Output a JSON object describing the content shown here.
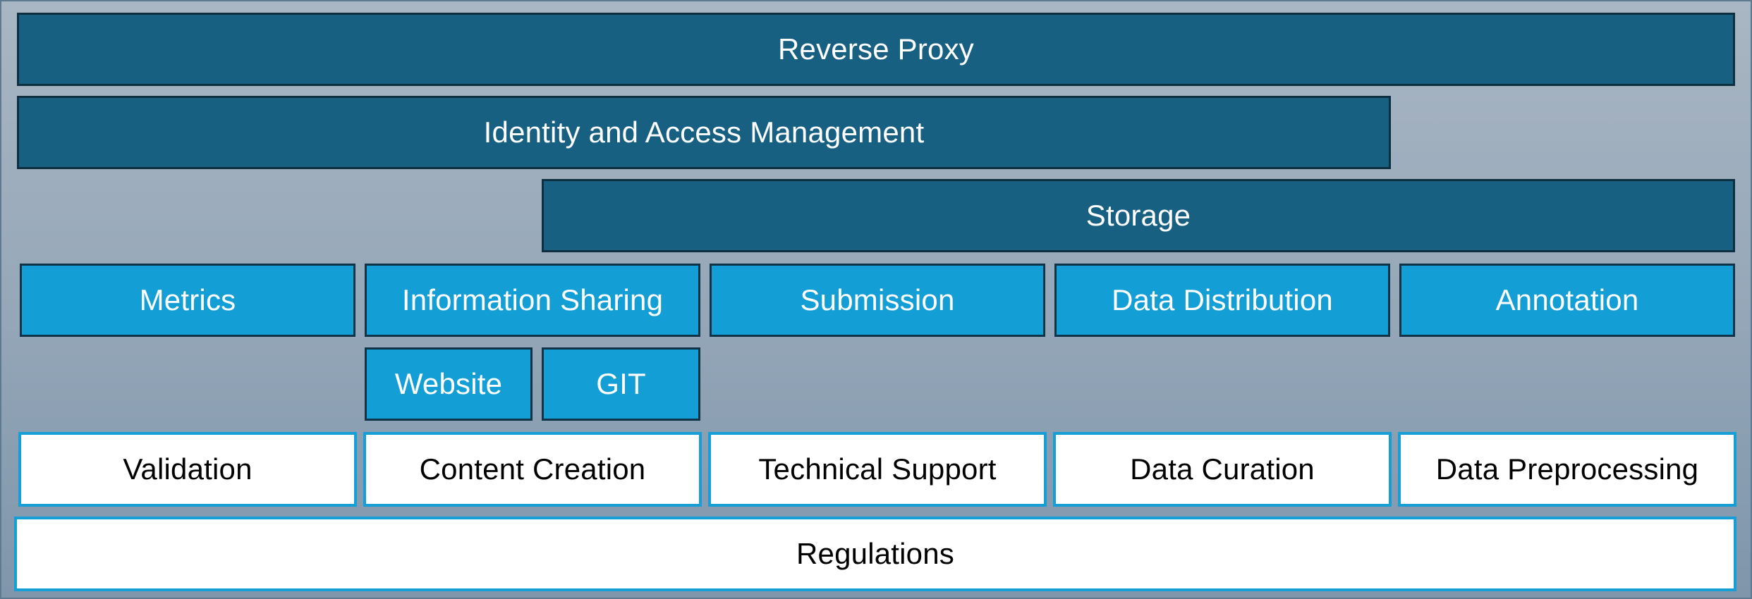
{
  "layers": {
    "reverse_proxy": "Reverse Proxy",
    "identity": "Identity and Access Management",
    "storage": "Storage"
  },
  "services": {
    "metrics": "Metrics",
    "information_sharing": "Information Sharing",
    "submission": "Submission",
    "data_distribution": "Data Distribution",
    "annotation": "Annotation"
  },
  "sub_services": {
    "website": "Website",
    "git": "GIT"
  },
  "activities": {
    "validation": "Validation",
    "content_creation": "Content Creation",
    "technical_support": "Technical Support",
    "data_curation": "Data Curation",
    "data_preprocessing": "Data Preprocessing"
  },
  "foundation": {
    "regulations": "Regulations"
  },
  "colors": {
    "dark_layer": "#186082",
    "service_layer": "#139fd6",
    "activity_border": "#169fd6",
    "background_top": "#a9b6c3",
    "background_bottom": "#7f96ab"
  }
}
